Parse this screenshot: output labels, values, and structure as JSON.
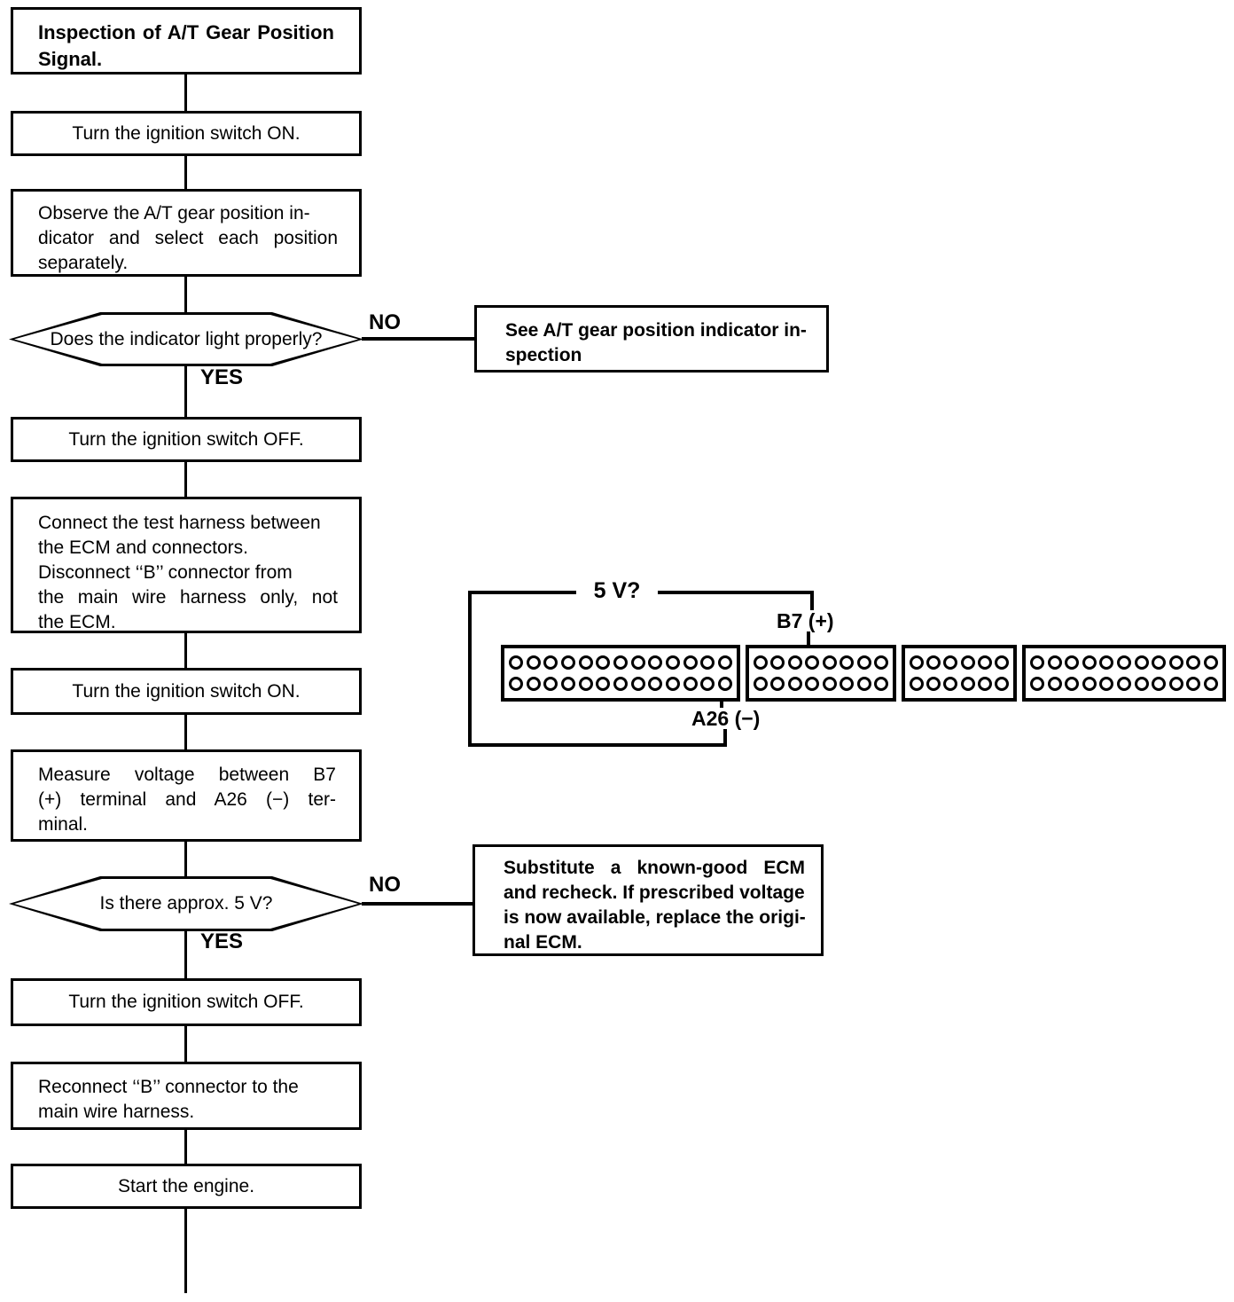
{
  "colors": {
    "ink": "#000000",
    "paper": "#ffffff"
  },
  "nodes": {
    "inspection_title": {
      "lines": [
        "Inspection of A/T Gear Position",
        "Signal."
      ]
    },
    "ignition_on_1": {
      "label": "Turn the ignition switch ON."
    },
    "observe": {
      "lines": [
        "Observe the A/T gear position in-",
        "dicator and select each position",
        "separately."
      ]
    },
    "indicator_light_decision": {
      "label": "Does the indicator light properly?"
    },
    "see_inspection": {
      "lines": [
        "See A/T gear position indicator in-",
        "spection"
      ]
    },
    "ignition_off_1": {
      "label": "Turn the ignition switch OFF."
    },
    "connect_harness": {
      "lines": [
        "Connect the test harness between",
        "the ECM and connectors.",
        "Disconnect ‘‘B’’ connector from",
        "the main wire harness only, not",
        "the ECM."
      ]
    },
    "ignition_on_2": {
      "label": "Turn the ignition switch ON."
    },
    "measure_voltage": {
      "lines": [
        "Measure voltage between B7",
        "(+) terminal and A26 (−) ter-",
        "minal."
      ]
    },
    "approx_5v_decision": {
      "label": "Is there approx. 5 V?"
    },
    "substitute_ecm": {
      "lines": [
        "Substitute a known-good ECM",
        "and recheck. If prescribed voltage",
        "is now available, replace the origi-",
        "nal ECM."
      ]
    },
    "ignition_off_2": {
      "label": "Turn the ignition switch OFF."
    },
    "reconnect_b": {
      "lines": [
        "Reconnect ‘‘B’’ connector to the",
        "main wire harness."
      ]
    },
    "start_engine": {
      "label": "Start the engine."
    }
  },
  "labels": {
    "no_1": "NO",
    "yes_1": "YES",
    "no_2": "NO",
    "yes_2": "YES",
    "voltage_question": "5 V?",
    "terminal_positive": "B7 (+)",
    "terminal_negative": "A26 (−)"
  },
  "connector": {
    "blocks": [
      {
        "cols": 13,
        "rows": 2
      },
      {
        "cols": 8,
        "rows": 2
      },
      {
        "cols": 6,
        "rows": 2
      },
      {
        "cols": 11,
        "rows": 2
      }
    ]
  }
}
